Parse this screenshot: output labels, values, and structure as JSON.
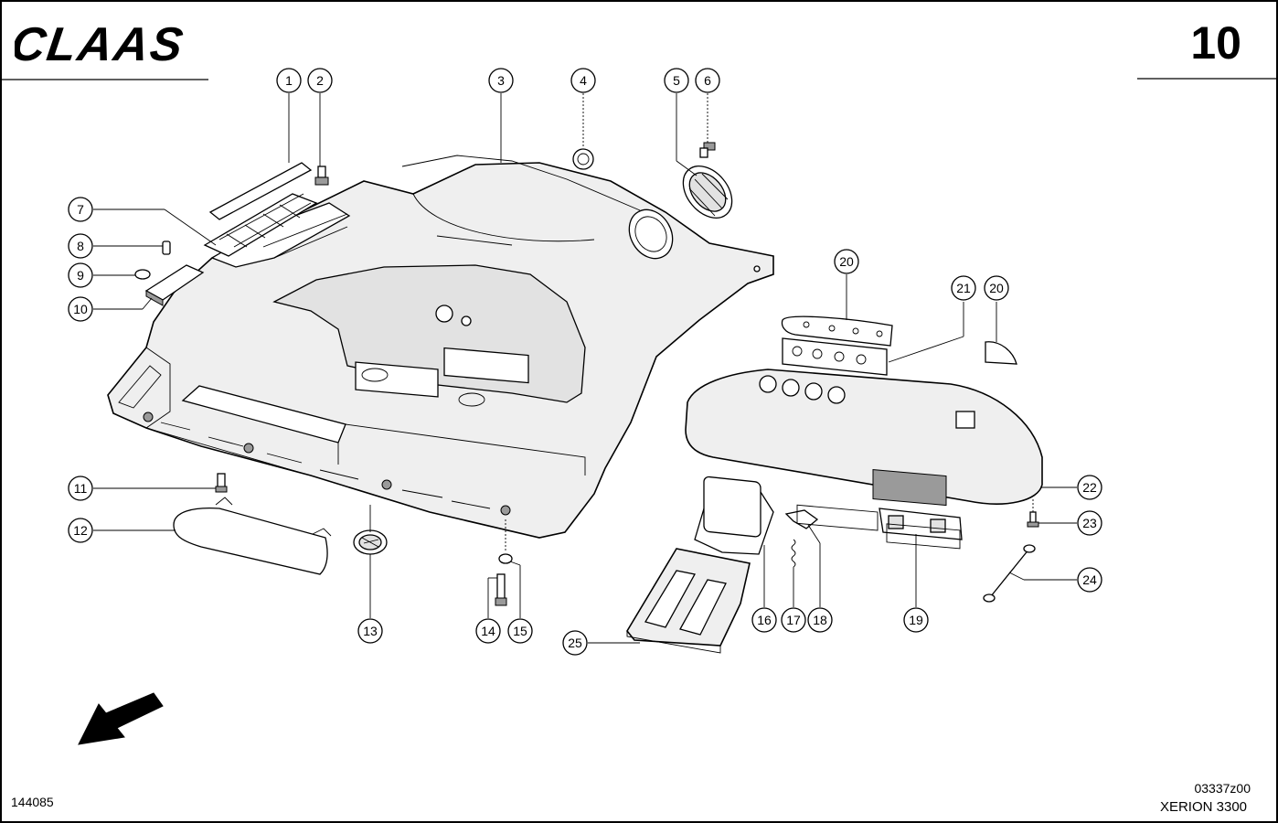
{
  "header": {
    "brand": "CLAAS",
    "page_number": "10"
  },
  "footer": {
    "doc_id": "144085",
    "drawing_code": "03337z00",
    "model": "XERION 3300"
  },
  "callouts": [
    {
      "id": "c1",
      "label": "1"
    },
    {
      "id": "c2",
      "label": "2"
    },
    {
      "id": "c3",
      "label": "3"
    },
    {
      "id": "c4",
      "label": "4"
    },
    {
      "id": "c5",
      "label": "5"
    },
    {
      "id": "c6",
      "label": "6"
    },
    {
      "id": "c7",
      "label": "7"
    },
    {
      "id": "c8",
      "label": "8"
    },
    {
      "id": "c9",
      "label": "9"
    },
    {
      "id": "c10",
      "label": "10"
    },
    {
      "id": "c11",
      "label": "11"
    },
    {
      "id": "c12",
      "label": "12"
    },
    {
      "id": "c13",
      "label": "13"
    },
    {
      "id": "c14",
      "label": "14"
    },
    {
      "id": "c15",
      "label": "15"
    },
    {
      "id": "c16",
      "label": "16"
    },
    {
      "id": "c17",
      "label": "17"
    },
    {
      "id": "c18",
      "label": "18"
    },
    {
      "id": "c19",
      "label": "19"
    },
    {
      "id": "c20a",
      "label": "20"
    },
    {
      "id": "c21",
      "label": "21"
    },
    {
      "id": "c20b",
      "label": "20"
    },
    {
      "id": "c22",
      "label": "22"
    },
    {
      "id": "c23",
      "label": "23"
    },
    {
      "id": "c24",
      "label": "24"
    },
    {
      "id": "c25",
      "label": "25"
    }
  ]
}
